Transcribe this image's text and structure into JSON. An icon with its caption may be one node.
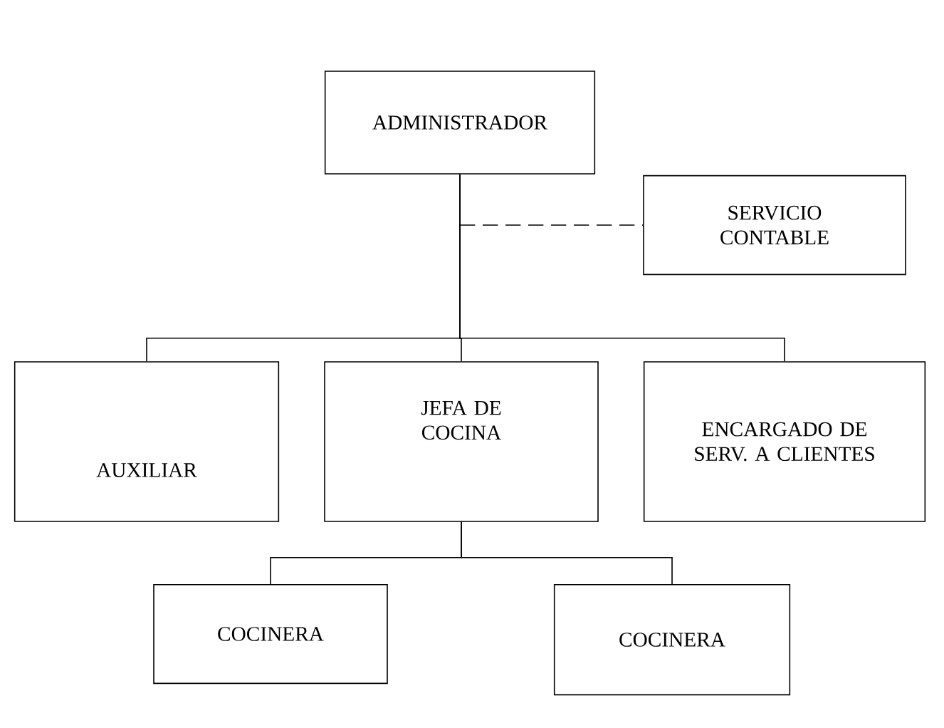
{
  "diagram": {
    "nodes": [
      {
        "text": [
          "ADMINISTRADOR"
        ]
      },
      {
        "text": [
          "SERVICIO CONTABLE"
        ]
      },
      {
        "text": [
          "AUXILIAR"
        ]
      },
      {
        "text": [
          "JEFA DE COCINA"
        ]
      },
      {
        "text": [
          "ENCARGADO DE SERV. A CLIENTES"
        ]
      },
      {
        "text": [
          "COCINERA"
        ]
      },
      {
        "text": [
          "COCINERA"
        ]
      }
    ],
    "edges": [
      {
        "from": 0,
        "to": 1,
        "arrow": "none",
        "style": "dashed"
      },
      {
        "from": 0,
        "to": 2,
        "arrow": "none"
      },
      {
        "from": 0,
        "to": 3,
        "arrow": "none"
      },
      {
        "from": 0,
        "to": 4,
        "arrow": "none"
      },
      {
        "from": 3,
        "to": 5,
        "arrow": "none"
      },
      {
        "from": 3,
        "to": 6,
        "arrow": "none"
      }
    ]
  }
}
